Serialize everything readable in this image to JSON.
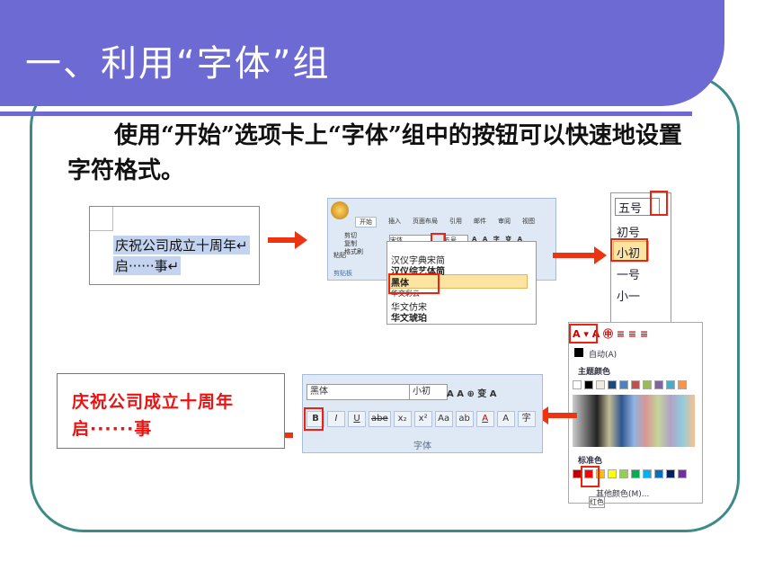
{
  "slide": {
    "title": "一、利用“字体”组",
    "paragraph": "使用“开始”选项卡上“字体”组中的按钮可以快速地设置字符格式。"
  },
  "doc_before": {
    "line1": "庆祝公司成立十周年↵",
    "line2": "启······事↵"
  },
  "doc_after": {
    "line1": "庆祝公司成立十周年",
    "line2": "启······事"
  },
  "ribbon": {
    "tabs": [
      "开始",
      "插入",
      "页面布局",
      "引用",
      "邮件",
      "审阅",
      "视图"
    ],
    "clipboard": [
      "剪切",
      "复制",
      "格式刷"
    ],
    "paste": "粘贴",
    "group_label": "剪贴板",
    "font_value": "宋体",
    "size_value": "五号"
  },
  "font_list": {
    "items": [
      "汉仪字典宋简",
      "汉仪综艺体简",
      "黑体",
      "华文彩云",
      "华文仿宋",
      "华文琥珀"
    ],
    "selected": "黑体"
  },
  "size_dropdown": {
    "current": "五号",
    "items": [
      "初号",
      "小初",
      "一号",
      "小一"
    ],
    "selected": "小初"
  },
  "color_panel": {
    "auto_label": "自动(A)",
    "theme_label": "主题颜色",
    "standard_label": "标准色",
    "more_label": "其他颜色(M)...",
    "tooltip": "红色",
    "theme_colors": [
      "#ffffff",
      "#000000",
      "#eeece1",
      "#1f497d",
      "#4f81bd",
      "#c0504d",
      "#9bbb59",
      "#8064a2",
      "#4bacc6",
      "#f79646"
    ],
    "standard_colors": [
      "#c00000",
      "#ff0000",
      "#ffc000",
      "#ffff00",
      "#92d050",
      "#00b050",
      "#00b0f0",
      "#0070c0",
      "#002060",
      "#7030a0"
    ]
  },
  "font_group": {
    "font_value": "黑体",
    "size_value": "小初",
    "buttons": [
      "B",
      "I",
      "U",
      "abe",
      "x₂",
      "x²",
      "Aa",
      "ab",
      "A",
      "A",
      "字"
    ],
    "label": "字体"
  }
}
